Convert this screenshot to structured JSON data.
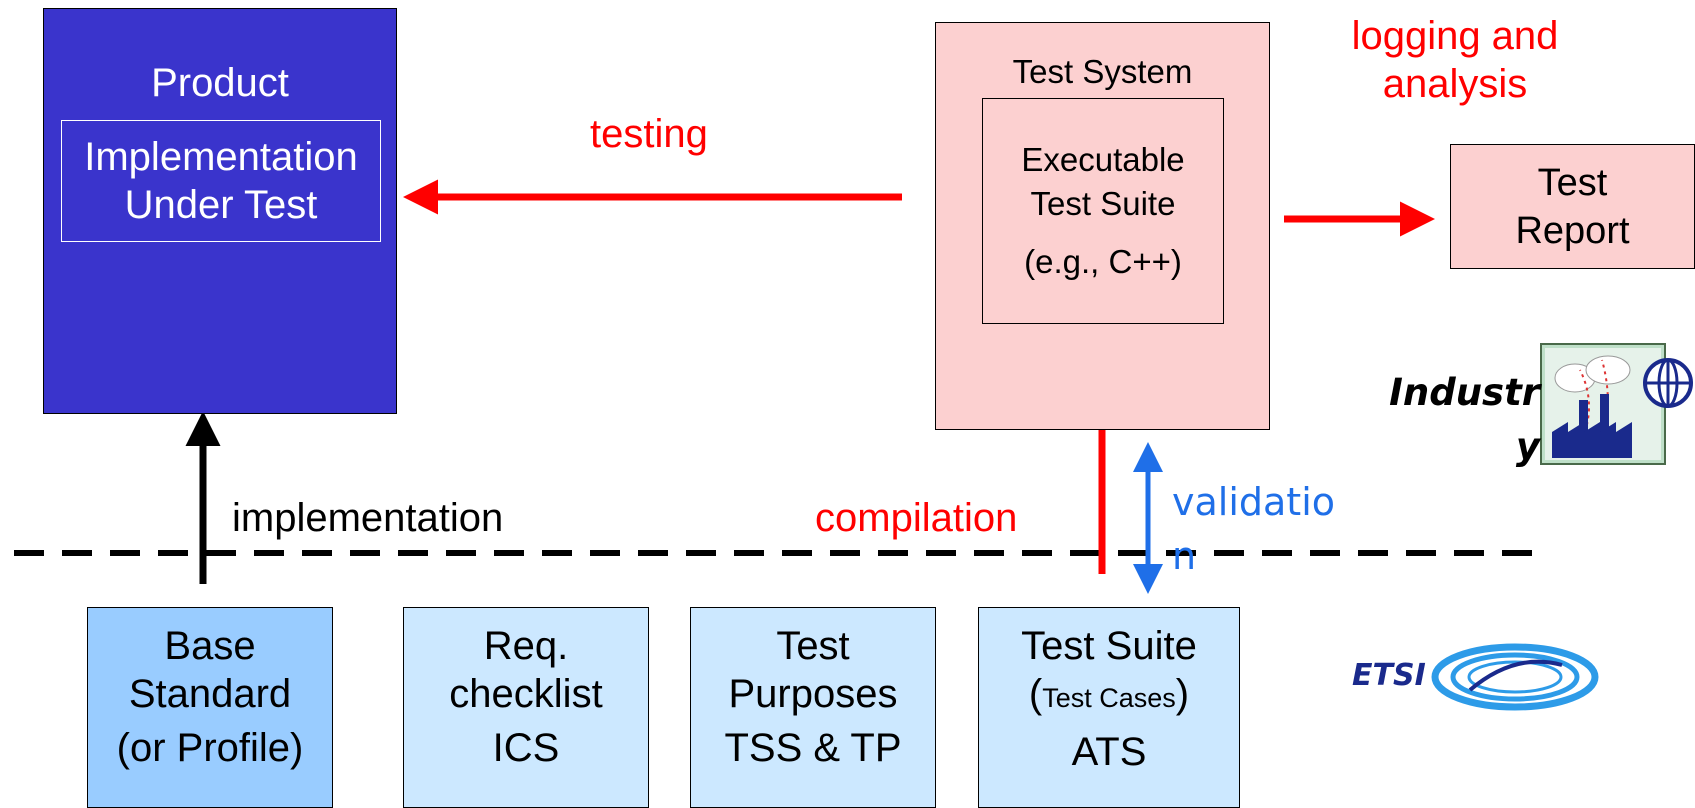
{
  "product": {
    "title": "Product",
    "iut_line1": "Implementation",
    "iut_line2": "Under Test"
  },
  "test_system": {
    "title": "Test System",
    "ets_line1": "Executable",
    "ets_line2": "Test Suite",
    "ets_lang": "(e.g., C++)"
  },
  "test_report": {
    "line1": "Test",
    "line2": "Report"
  },
  "labels": {
    "testing": "testing",
    "logging_line1": "logging and",
    "logging_line2": "analysis",
    "implementation": "implementation",
    "compilation": "compilation",
    "validation_line1": "validatio",
    "validation_line2": "n",
    "industry_line1": "Industr",
    "industry_line2": "y"
  },
  "documents": [
    {
      "line1": "Base",
      "line2": "Standard",
      "line3": "(or Profile)"
    },
    {
      "line1": "Req.",
      "line2": "checklist",
      "line3": "ICS"
    },
    {
      "line1": "Test",
      "line2": "Purposes",
      "line3": "TSS & TP"
    },
    {
      "line1": "Test Suite",
      "line2_paren_open": "(",
      "line2": "Test Cases",
      "line2_paren_close": ")",
      "line3": "ATS"
    }
  ],
  "logo": {
    "etsi": "ETSI"
  },
  "colors": {
    "product_fill": "#3a34cc",
    "system_fill": "#fcd0d0",
    "base_standard_fill": "#99ccff",
    "document_fill": "#cce8ff",
    "red_arrow": "#ff0000",
    "blue_arrow": "#1f6fe8",
    "logo_blue": "#1a2a8c"
  }
}
